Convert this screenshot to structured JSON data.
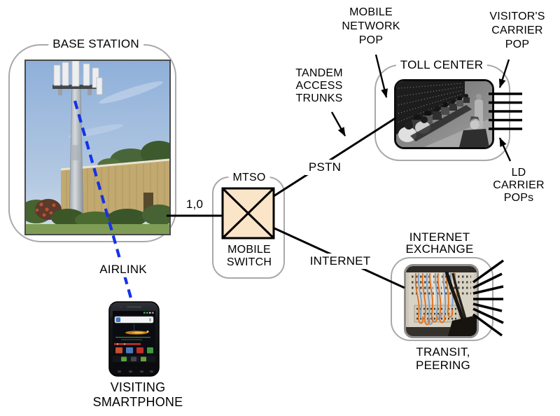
{
  "labels": {
    "base_station": "BASE STATION",
    "airlink": "AIRLINK",
    "visiting_smartphone": [
      "VISITING",
      "SMARTPHONE"
    ],
    "mtso": "MTSO",
    "mobile_switch": [
      "MOBILE",
      "SWITCH"
    ],
    "port": "1,0",
    "pstn": "PSTN",
    "internet": "INTERNET",
    "tandem_access_trunks": [
      "TANDEM",
      "ACCESS",
      "TRUNKS"
    ],
    "mobile_network_pop": [
      "MOBILE",
      "NETWORK",
      "POP"
    ],
    "toll_center": "TOLL CENTER",
    "visitors_carrier_pop": [
      "VISITOR'S",
      "CARRIER",
      "POP"
    ],
    "ld_carrier_pops": [
      "LD",
      "CARRIER",
      "POPs"
    ],
    "internet_exchange": [
      "INTERNET",
      "EXCHANGE"
    ],
    "transit_peering": [
      "TRANSIT,",
      "PEERING"
    ]
  },
  "images": {
    "base_station": "cell-tower-photo",
    "toll_center": "switchboard-operators-photo",
    "internet_exchange": "patch-panel-cables-photo",
    "smartphone": "android-smartphone-photo"
  },
  "colors": {
    "background": "#ffffff",
    "connector_line": "#000000",
    "container_border": "#a9a9a9",
    "switch_fill": "#fbe5c8",
    "airlink_blue": "#1433e6",
    "cable_orange": "#df7119",
    "cable_blue": "#7d9cc8"
  }
}
